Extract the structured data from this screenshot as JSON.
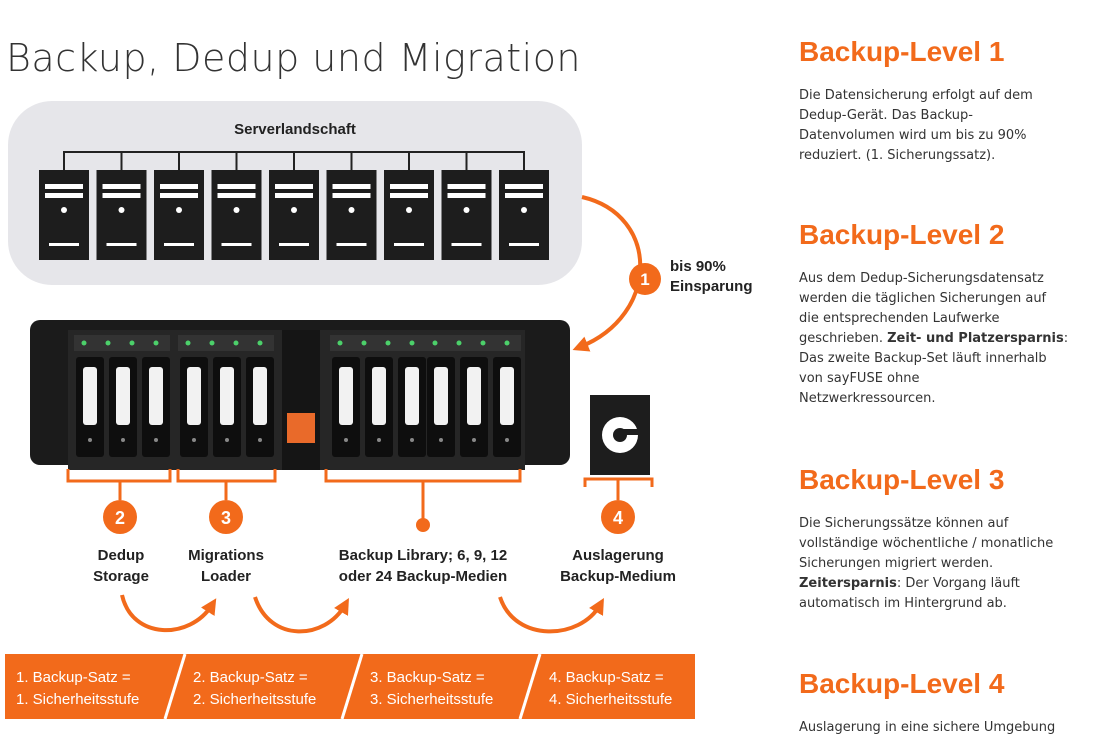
{
  "page": {
    "title": "Backup, Dedup und Migration"
  },
  "colors": {
    "accent": "#f26a1b",
    "dark": "#1d1d1d",
    "cloud": "#e6e6ea"
  },
  "diagram": {
    "server_label": "Serverlandschaft",
    "savings_badge": "1",
    "savings_line1": "bis 90%",
    "savings_line2": "Einsparung",
    "markers": [
      {
        "num": "2",
        "line1": "Dedup",
        "line2": "Storage"
      },
      {
        "num": "3",
        "line1": "Migrations",
        "line2": "Loader"
      },
      {
        "num": "",
        "line1": "Backup Library; 6, 9, 12",
        "line2": "oder 24 Backup-Medien"
      },
      {
        "num": "4",
        "line1": "Auslagerung",
        "line2": "Backup-Medium"
      }
    ],
    "band": [
      {
        "line1": "1. Backup-Satz =",
        "line2": "1. Sicherheitsstufe"
      },
      {
        "line1": "2. Backup-Satz =",
        "line2": "2. Sicherheitsstufe"
      },
      {
        "line1": "3. Backup-Satz =",
        "line2": "3. Sicherheitsstufe"
      },
      {
        "line1": "4. Backup-Satz =",
        "line2": "4. Sicherheitsstufe"
      }
    ]
  },
  "levels": [
    {
      "heading": "Backup-Level 1",
      "lines": [
        "Die Datensicherung erfolgt auf dem",
        "Dedup-Gerät. Das Backup-",
        "Datenvolumen wird um bis zu 90%",
        "reduziert. (1. Sicherungssatz)."
      ]
    },
    {
      "heading": "Backup-Level 2",
      "lines": [
        "Aus dem Dedup-Sicherungsdatensatz",
        "werden die täglichen Sicherungen auf",
        "die entsprechenden Laufwerke"
      ],
      "l4_pre": "geschrieben. ",
      "l4_bold": "Zeit- und Platzersparnis",
      "l4_post": ":",
      "lines2": [
        "Das zweite Backup-Set läuft innerhalb",
        "von sayFUSE ohne",
        "Netzwerkressourcen."
      ]
    },
    {
      "heading": "Backup-Level 3",
      "lines": [
        "Die Sicherungssätze können auf",
        "vollständige wöchentliche / monatliche",
        "Sicherungen migriert werden."
      ],
      "l4_bold": "Zeitersparnis",
      "l4_post": ": Der Vorgang läuft",
      "lines2": [
        "automatisch im Hintergrund ab."
      ]
    },
    {
      "heading": "Backup-Level 4",
      "lines": [
        "Auslagerung in eine sichere Umgebung"
      ]
    }
  ]
}
